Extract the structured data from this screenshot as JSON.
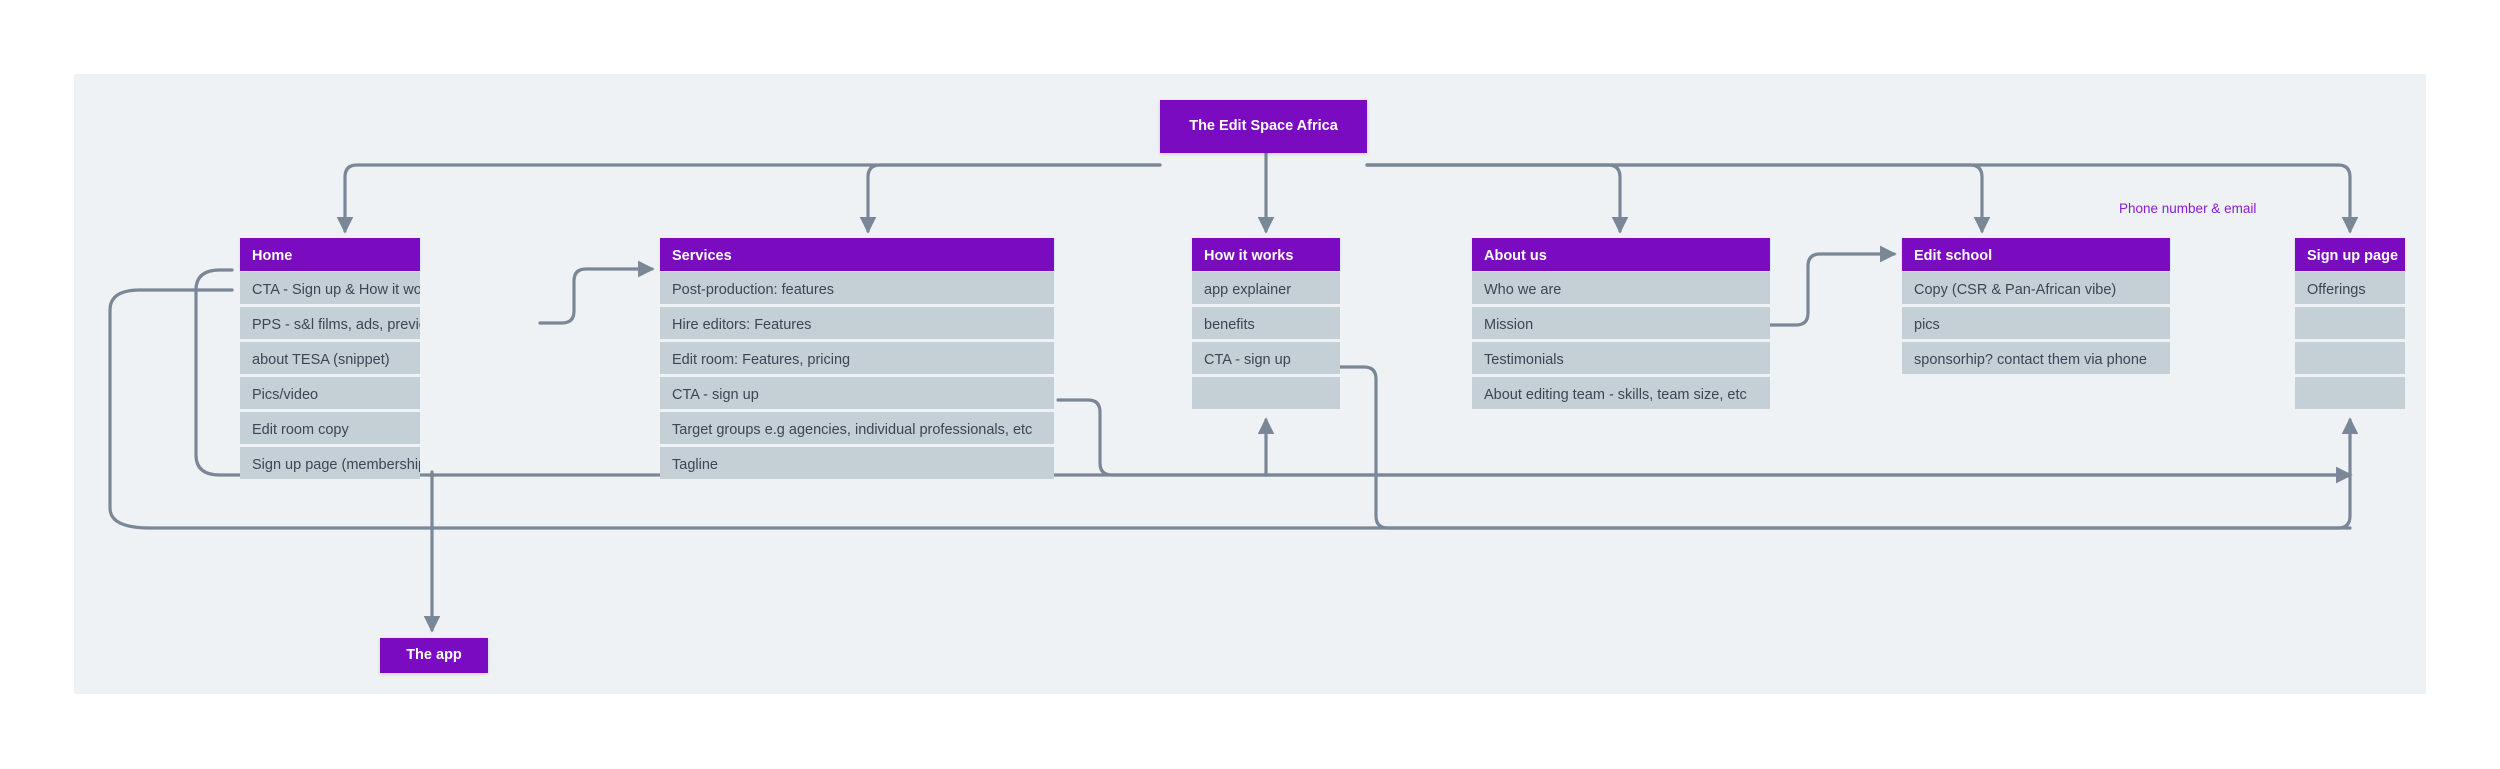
{
  "diagram": {
    "title": "The Edit Space Africa",
    "root": {
      "label": "The Edit Space Africa"
    },
    "app_node": {
      "label": "The app"
    },
    "annotation": {
      "contact": "Phone number & email"
    },
    "colors": {
      "header_purple": "#7a0bc0",
      "row_gray": "#c5cfd6",
      "canvas": "#eff2f5",
      "connector": "#7a8796",
      "annotation_purple": "#8b1ad1",
      "row_text": "#3c4654"
    },
    "columns": [
      {
        "id": "home",
        "header": "Home",
        "rows": [
          "CTA - Sign up & How it works",
          "PPS - s&l films, ads, previews (benefits)",
          "about TESA (snippet)",
          "Pics/video",
          "Edit room copy",
          "Sign up page (membership copy >>>)"
        ]
      },
      {
        "id": "services",
        "header": "Services",
        "rows": [
          "Post-production: features",
          "Hire editors: Features",
          "Edit room: Features, pricing",
          "CTA - sign up",
          "Target groups e.g agencies, individual professionals, etc",
          "Tagline"
        ]
      },
      {
        "id": "howitworks",
        "header": "How it works",
        "rows": [
          "app explainer",
          "benefits",
          "CTA - sign up",
          ""
        ]
      },
      {
        "id": "aboutus",
        "header": "About us",
        "rows": [
          "Who we are",
          "Mission",
          "Testimonials",
          "About editing team - skills, team size, etc"
        ]
      },
      {
        "id": "editschool",
        "header": "Edit school",
        "rows": [
          "Copy (CSR & Pan-African vibe)",
          "pics",
          "sponsorhip? contact them via phone"
        ]
      },
      {
        "id": "signup",
        "header": "Sign up page",
        "rows": [
          "Offerings",
          "",
          "",
          ""
        ]
      }
    ]
  }
}
